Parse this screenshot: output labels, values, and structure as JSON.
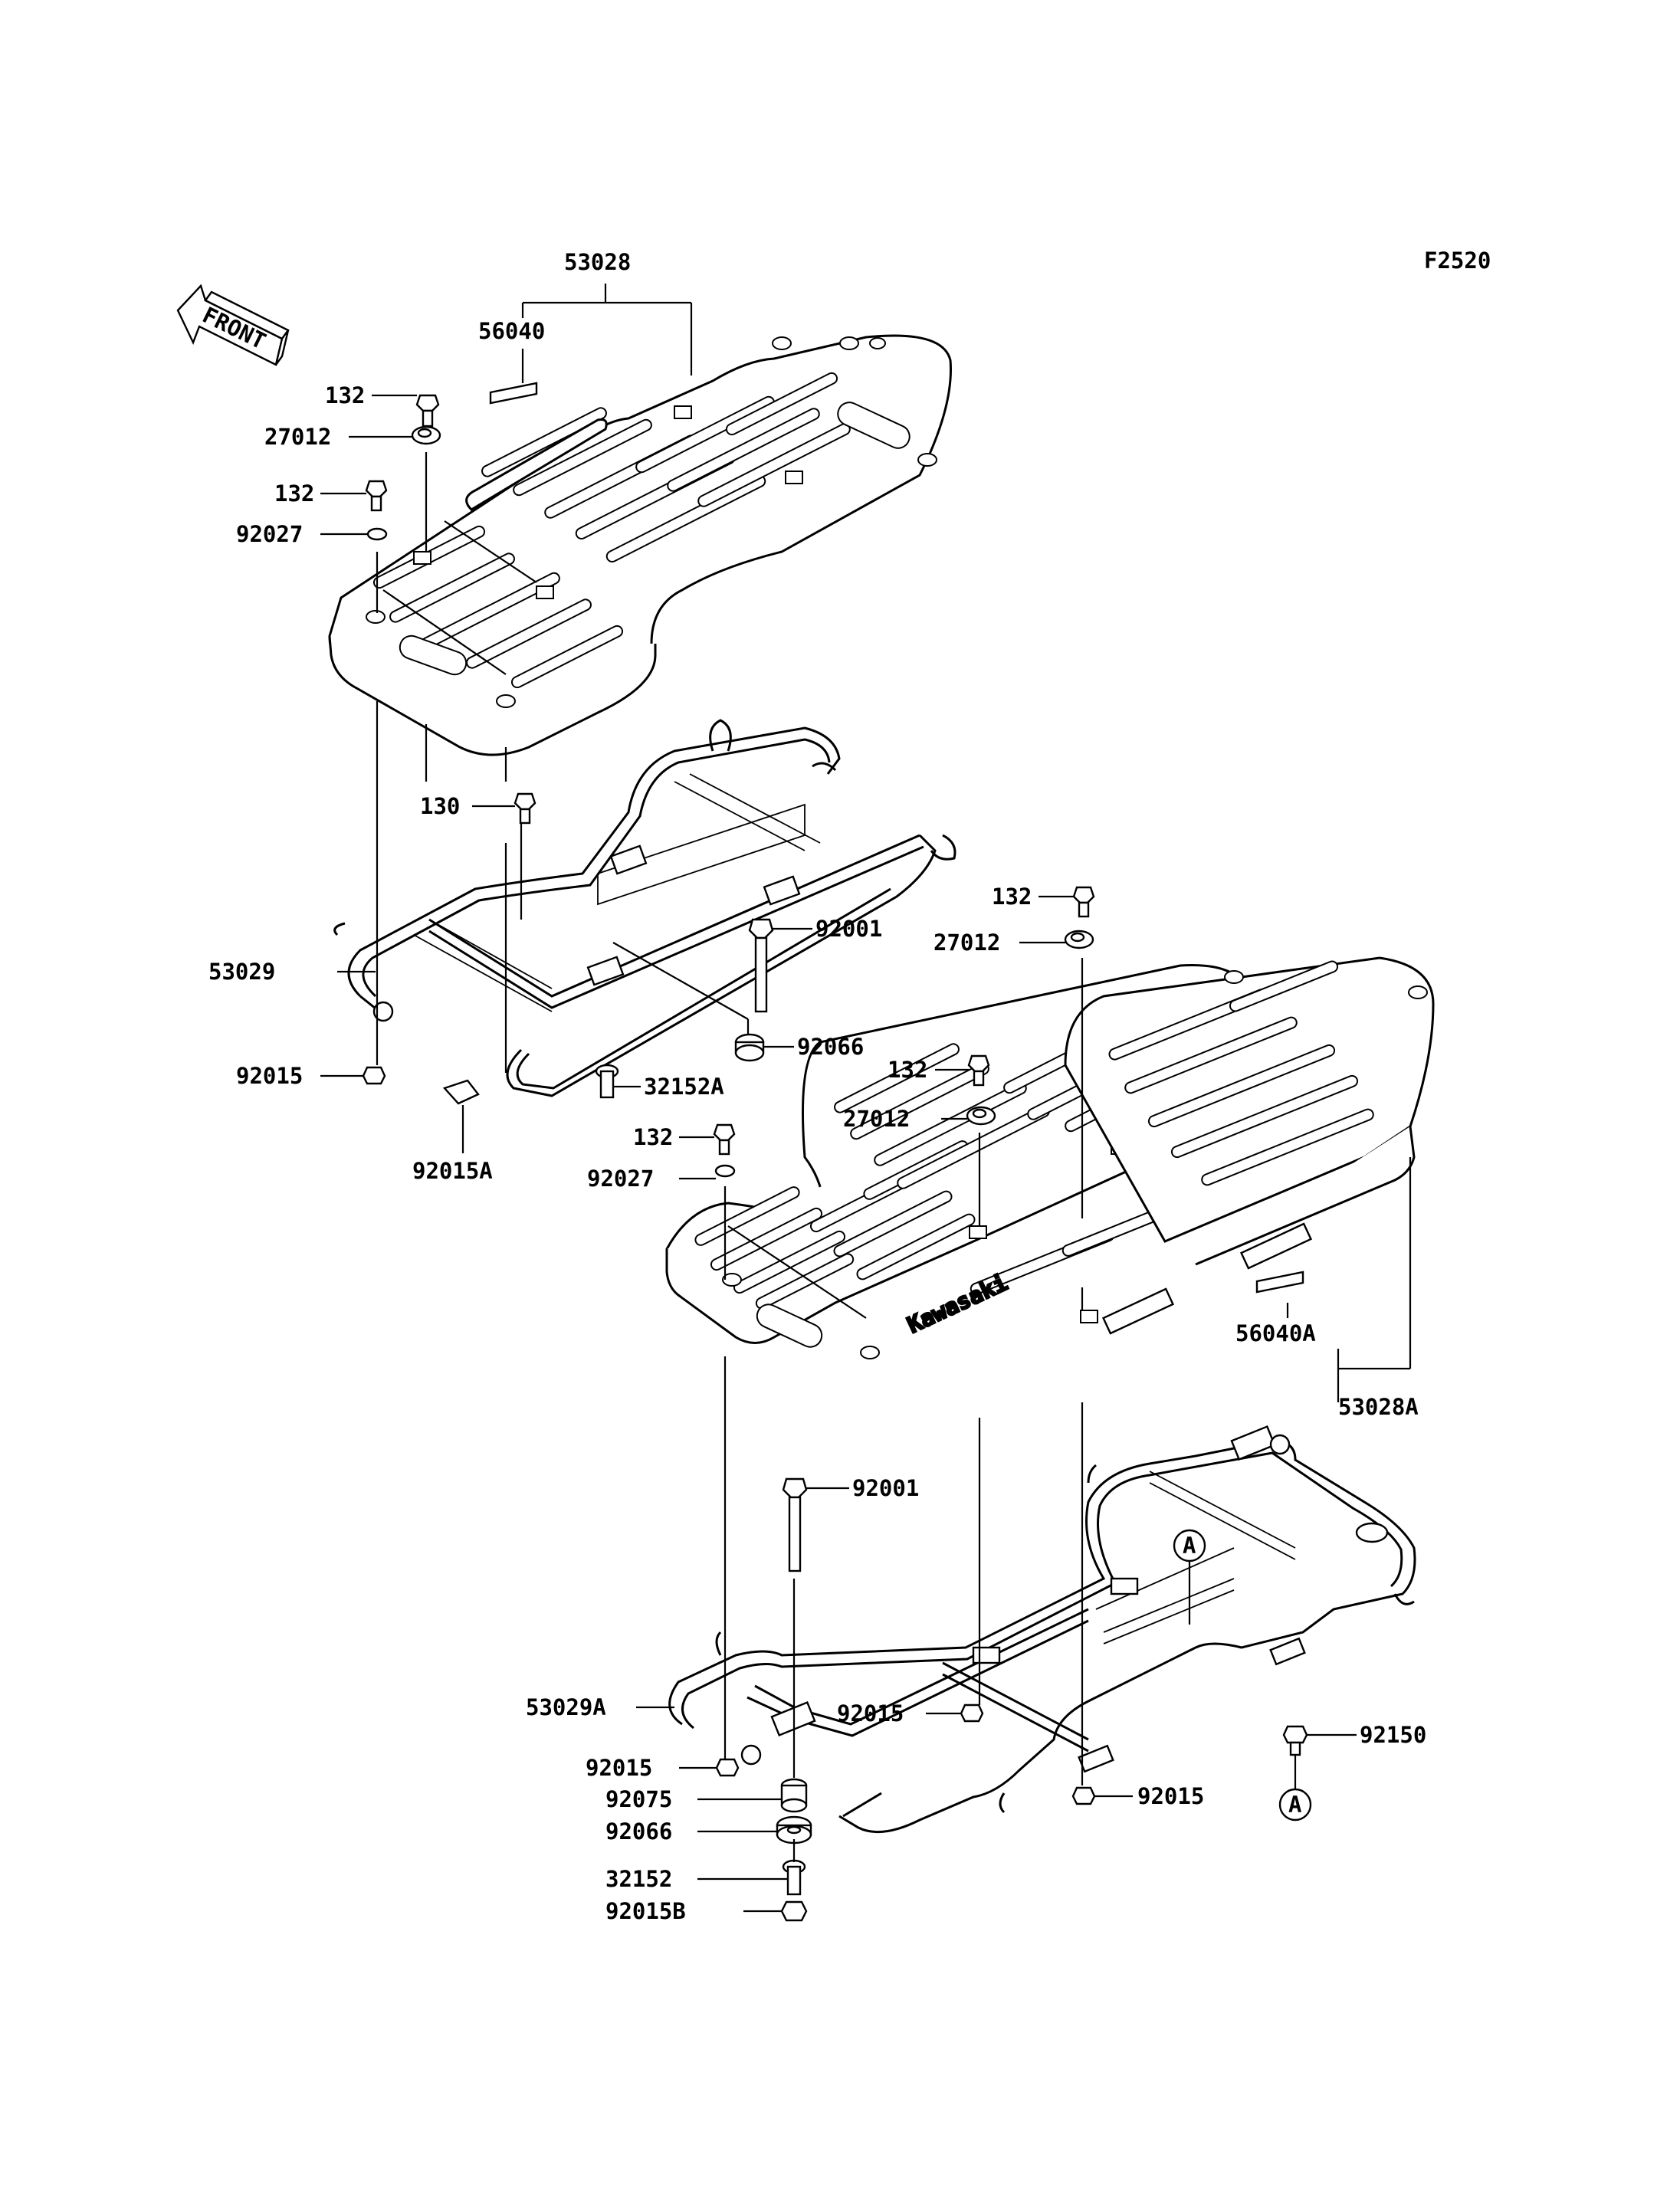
{
  "figure_code": "F2520",
  "front_label": "FRONT",
  "brand_text": "Kawasaki",
  "callouts": {
    "ref_a_top": "A",
    "ref_a_bottom": "A"
  },
  "labels": {
    "p53028": "53028",
    "p56040": "56040",
    "p132_1": "132",
    "p27012_1": "27012",
    "p132_2": "132",
    "p92027_1": "92027",
    "p130": "130",
    "p53029": "53029",
    "p92015_1": "92015",
    "p92015A": "92015A",
    "p92001_1": "92001",
    "p92066_1": "92066",
    "p32152A": "32152A",
    "p132_3": "132",
    "p27012_2": "27012",
    "p132_4": "132",
    "p27012_3": "27012",
    "p132_5": "132",
    "p92027_2": "92027",
    "p56040A": "56040A",
    "p53028A": "53028A",
    "p92001_2": "92001",
    "p53029A": "53029A",
    "p92015_2": "92015",
    "p92015_3": "92015",
    "p92015_4": "92015",
    "p92075": "92075",
    "p92066_2": "92066",
    "p32152": "32152",
    "p92015B": "92015B",
    "p92150": "92150"
  }
}
